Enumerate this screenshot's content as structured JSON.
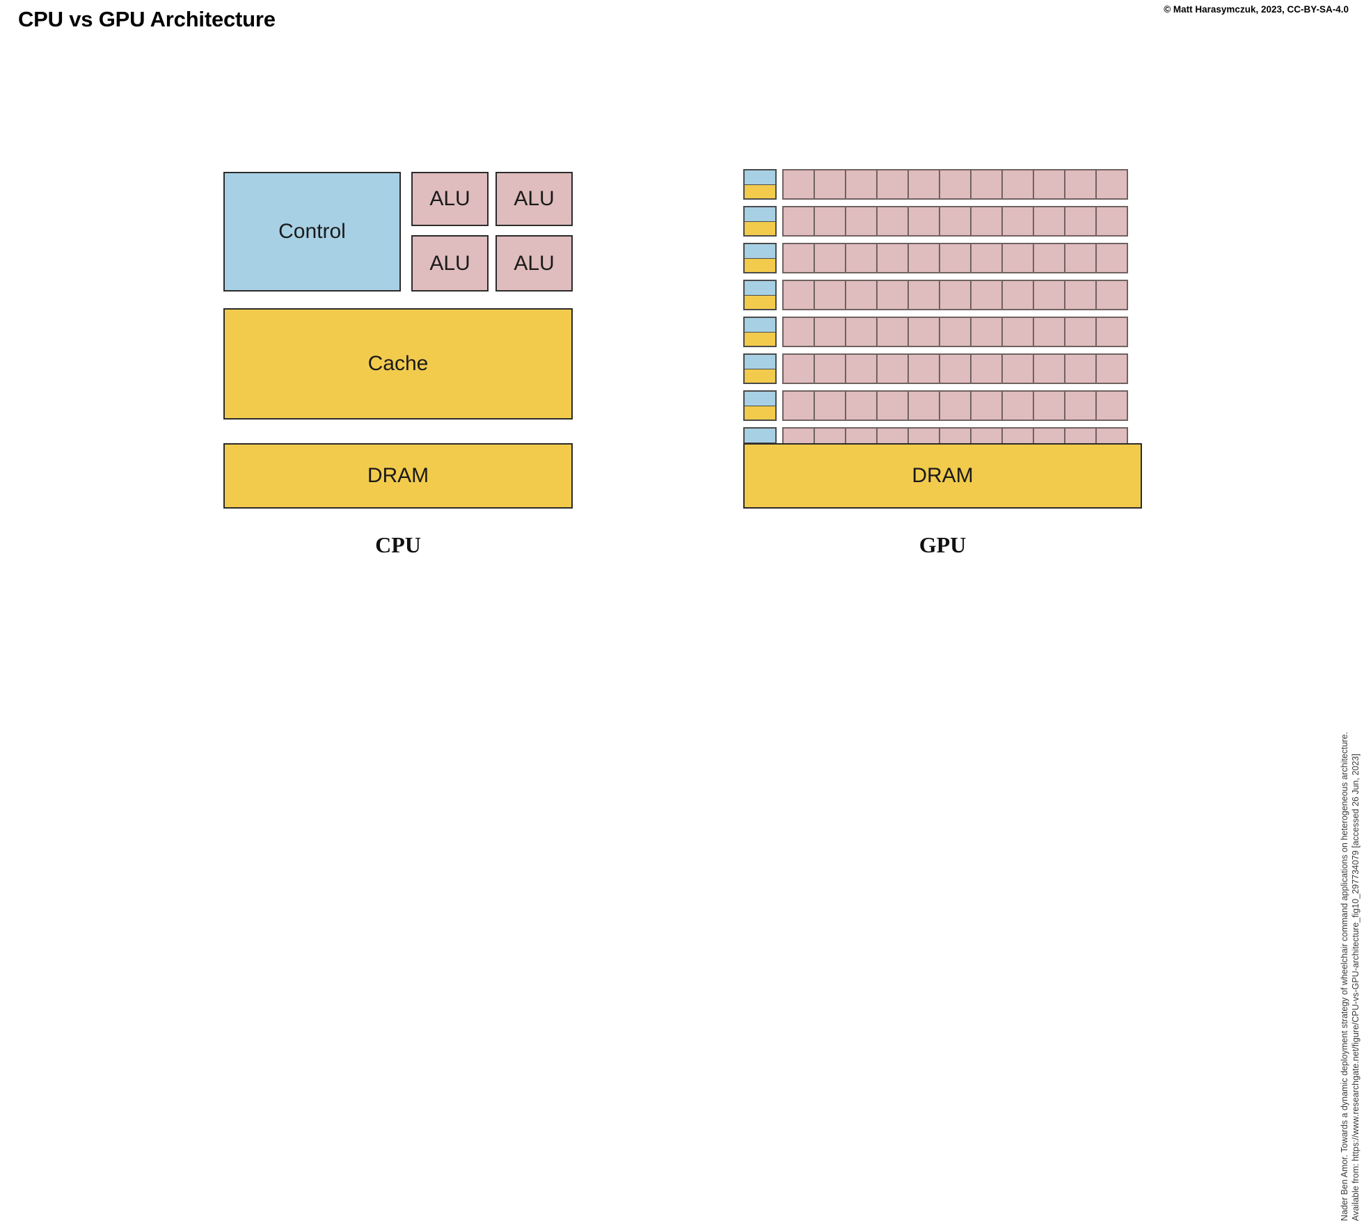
{
  "header": {
    "title": "CPU vs GPU Architecture",
    "copyright": "© Matt Harasymczuk, 2023, CC-BY-SA-4.0"
  },
  "attribution": {
    "line1": "Nader Ben Amor. Towards a dynamic deployment strategy of wheelchair command applications on heterogeneous architecture.",
    "line2": "Available from: https://www.researchgate.net/figure/CPU-vs-GPU-architecture_fig10_297734079 [accessed 26 Jun, 2023]"
  },
  "colors": {
    "control_blue": "#a7d0e4",
    "alu_pink": "#dfbcbd",
    "memory_yellow": "#f2cb4d",
    "outline": "#2b2b2b",
    "cell_outline": "#6f6260",
    "background": "#ffffff",
    "text": "#1a1a1a"
  },
  "diagram": {
    "cpu": {
      "caption": "CPU",
      "control": {
        "label": "Control"
      },
      "alus": [
        {
          "label": "ALU"
        },
        {
          "label": "ALU"
        },
        {
          "label": "ALU"
        },
        {
          "label": "ALU"
        }
      ],
      "cache": {
        "label": "Cache"
      },
      "dram": {
        "label": "DRAM"
      }
    },
    "gpu": {
      "caption": "GPU",
      "rows": 8,
      "cells_per_row": 11,
      "control_block": {
        "top_color": "#a7d0e4",
        "bottom_color": "#f2cb4d"
      },
      "dram": {
        "label": "DRAM"
      }
    }
  }
}
